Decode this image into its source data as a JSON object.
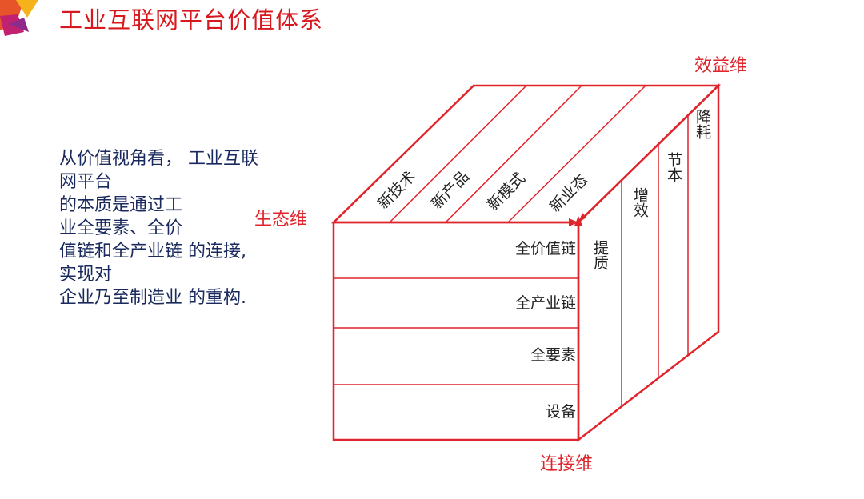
{
  "title": "工业互联网平台价值体系",
  "paragraph": [
    "从价值视角看，  工业互联",
    "网平台",
    "的本质是通过工",
    "业全要素、全价",
    "值链和全产业链 的连接,",
    "实现对",
    "企业乃至制造业 的重构."
  ],
  "axes": {
    "ecology": "生态维",
    "benefit": "效益维",
    "connection": "连接维"
  },
  "top_face": [
    "新技术",
    "新产品",
    "新模式",
    "新业态"
  ],
  "front_face": [
    "全价值链",
    "全产业链",
    "全要素",
    "设备"
  ],
  "right_face": [
    "提质",
    "增效",
    "节本",
    "降耗"
  ],
  "colors": {
    "accent": "#e0242b",
    "text": "#1b2a5e"
  }
}
